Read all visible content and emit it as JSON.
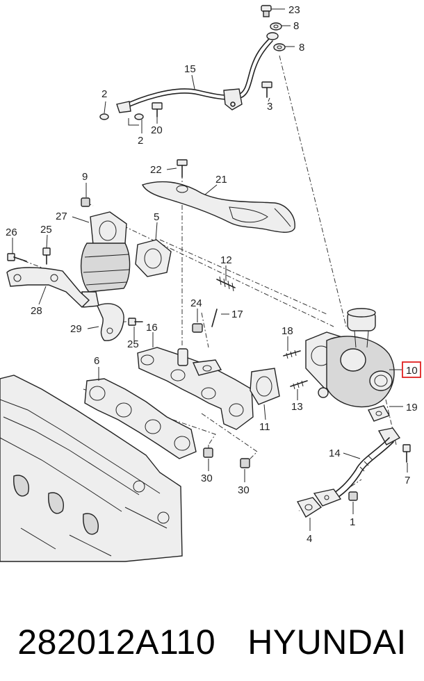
{
  "callouts": {
    "c1": "1",
    "c2a": "2",
    "c2b": "2",
    "c3": "3",
    "c4": "4",
    "c5": "5",
    "c6": "6",
    "c7": "7",
    "c8a": "8",
    "c8b": "8",
    "c9": "9",
    "c10": "10",
    "c11": "11",
    "c12": "12",
    "c13": "13",
    "c14": "14",
    "c15": "15",
    "c16": "16",
    "c17": "17",
    "c18": "18",
    "c19": "19",
    "c20": "20",
    "c21": "21",
    "c22": "22",
    "c23": "23",
    "c24": "24",
    "c25a": "25",
    "c25b": "25",
    "c26": "26",
    "c27": "27",
    "c28": "28",
    "c29": "29",
    "c30a": "30",
    "c30b": "30"
  },
  "highlight_color": "#e02020",
  "footer": {
    "part_number": "282012A110",
    "brand": "HYUNDAI"
  }
}
